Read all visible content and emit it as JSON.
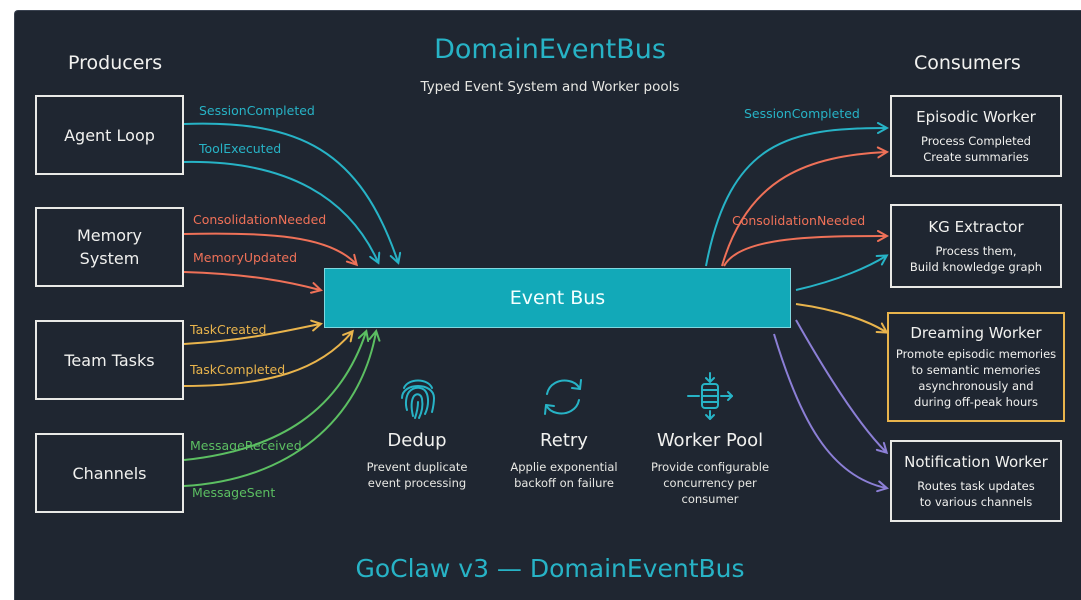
{
  "title": "DomainEventBus",
  "subtitle": "Typed Event System and Worker pools",
  "footer": "GoClaw v3 — DomainEventBus",
  "producers": {
    "heading": "Producers",
    "items": [
      {
        "lines": [
          "Agent Loop"
        ]
      },
      {
        "lines": [
          "Memory",
          "System"
        ]
      },
      {
        "lines": [
          "Team Tasks"
        ]
      },
      {
        "lines": [
          "Channels"
        ]
      }
    ]
  },
  "consumers": {
    "heading": "Consumers",
    "items": [
      {
        "title": "Episodic Worker",
        "lines": [
          "Process Completed",
          "Create summaries"
        ]
      },
      {
        "title": "KG Extractor",
        "lines": [
          "Process them,",
          "Build knowledge graph"
        ]
      },
      {
        "title": "Dreaming Worker",
        "lines": [
          "Promote episodic memories",
          "to semantic memories",
          "asynchronously and",
          "during off-peak hours"
        ]
      },
      {
        "title": "Notification Worker",
        "lines": [
          "Routes task updates",
          "to various channels"
        ]
      }
    ]
  },
  "events": {
    "session_completed": "SessionCompleted",
    "tool_executed": "ToolExecuted",
    "consolidation_needed": "ConsolidationNeeded",
    "memory_updated": "MemoryUpdated",
    "task_created": "TaskCreated",
    "task_completed": "TaskCompleted",
    "message_received": "MessageReceived",
    "message_sent": "MessageSent",
    "out_session_completed": "SessionCompleted",
    "out_consolidation_needed": "ConsolidationNeeded"
  },
  "bus_label": "Event Bus",
  "features": [
    {
      "icon": "fingerprint-icon",
      "title": "Dedup",
      "lines": [
        "Prevent duplicate",
        "event processing"
      ]
    },
    {
      "icon": "retry-icon",
      "title": "Retry",
      "lines": [
        "Applie exponential",
        "backoff on failure"
      ]
    },
    {
      "icon": "worker-pool-icon",
      "title": "Worker Pool",
      "lines": [
        "Provide configurable",
        "concurrency per",
        "consumer"
      ]
    }
  ],
  "colors": {
    "background": "#1f2631",
    "bus": "#12a9b8",
    "cyan": "#27b3c6",
    "orange": "#ef7158",
    "yellow": "#e9b44c",
    "green": "#5cbf62",
    "purple": "#8c7fd6",
    "dreaming_border": "#e9b44c"
  }
}
